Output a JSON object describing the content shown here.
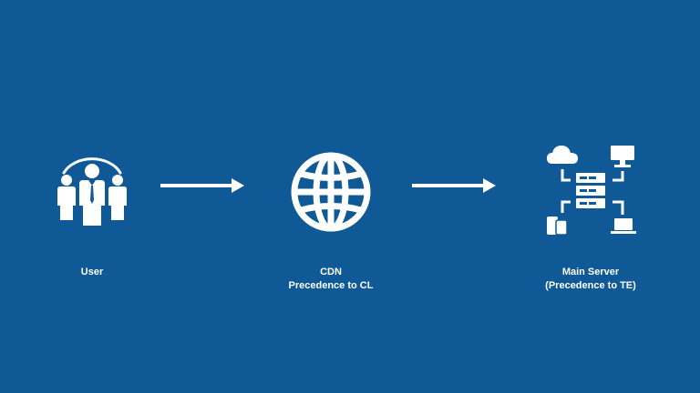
{
  "nodes": [
    {
      "id": "user",
      "icon": "user-group-icon",
      "lines": [
        "User"
      ]
    },
    {
      "id": "cdn",
      "icon": "globe-icon",
      "lines": [
        "CDN",
        "Precedence to CL"
      ]
    },
    {
      "id": "main-server",
      "icon": "server-network-icon",
      "lines": [
        "Main Server",
        "(Precedence to TE)"
      ]
    }
  ],
  "colors": {
    "background": "#0f5996",
    "foreground": "#ffffff"
  }
}
